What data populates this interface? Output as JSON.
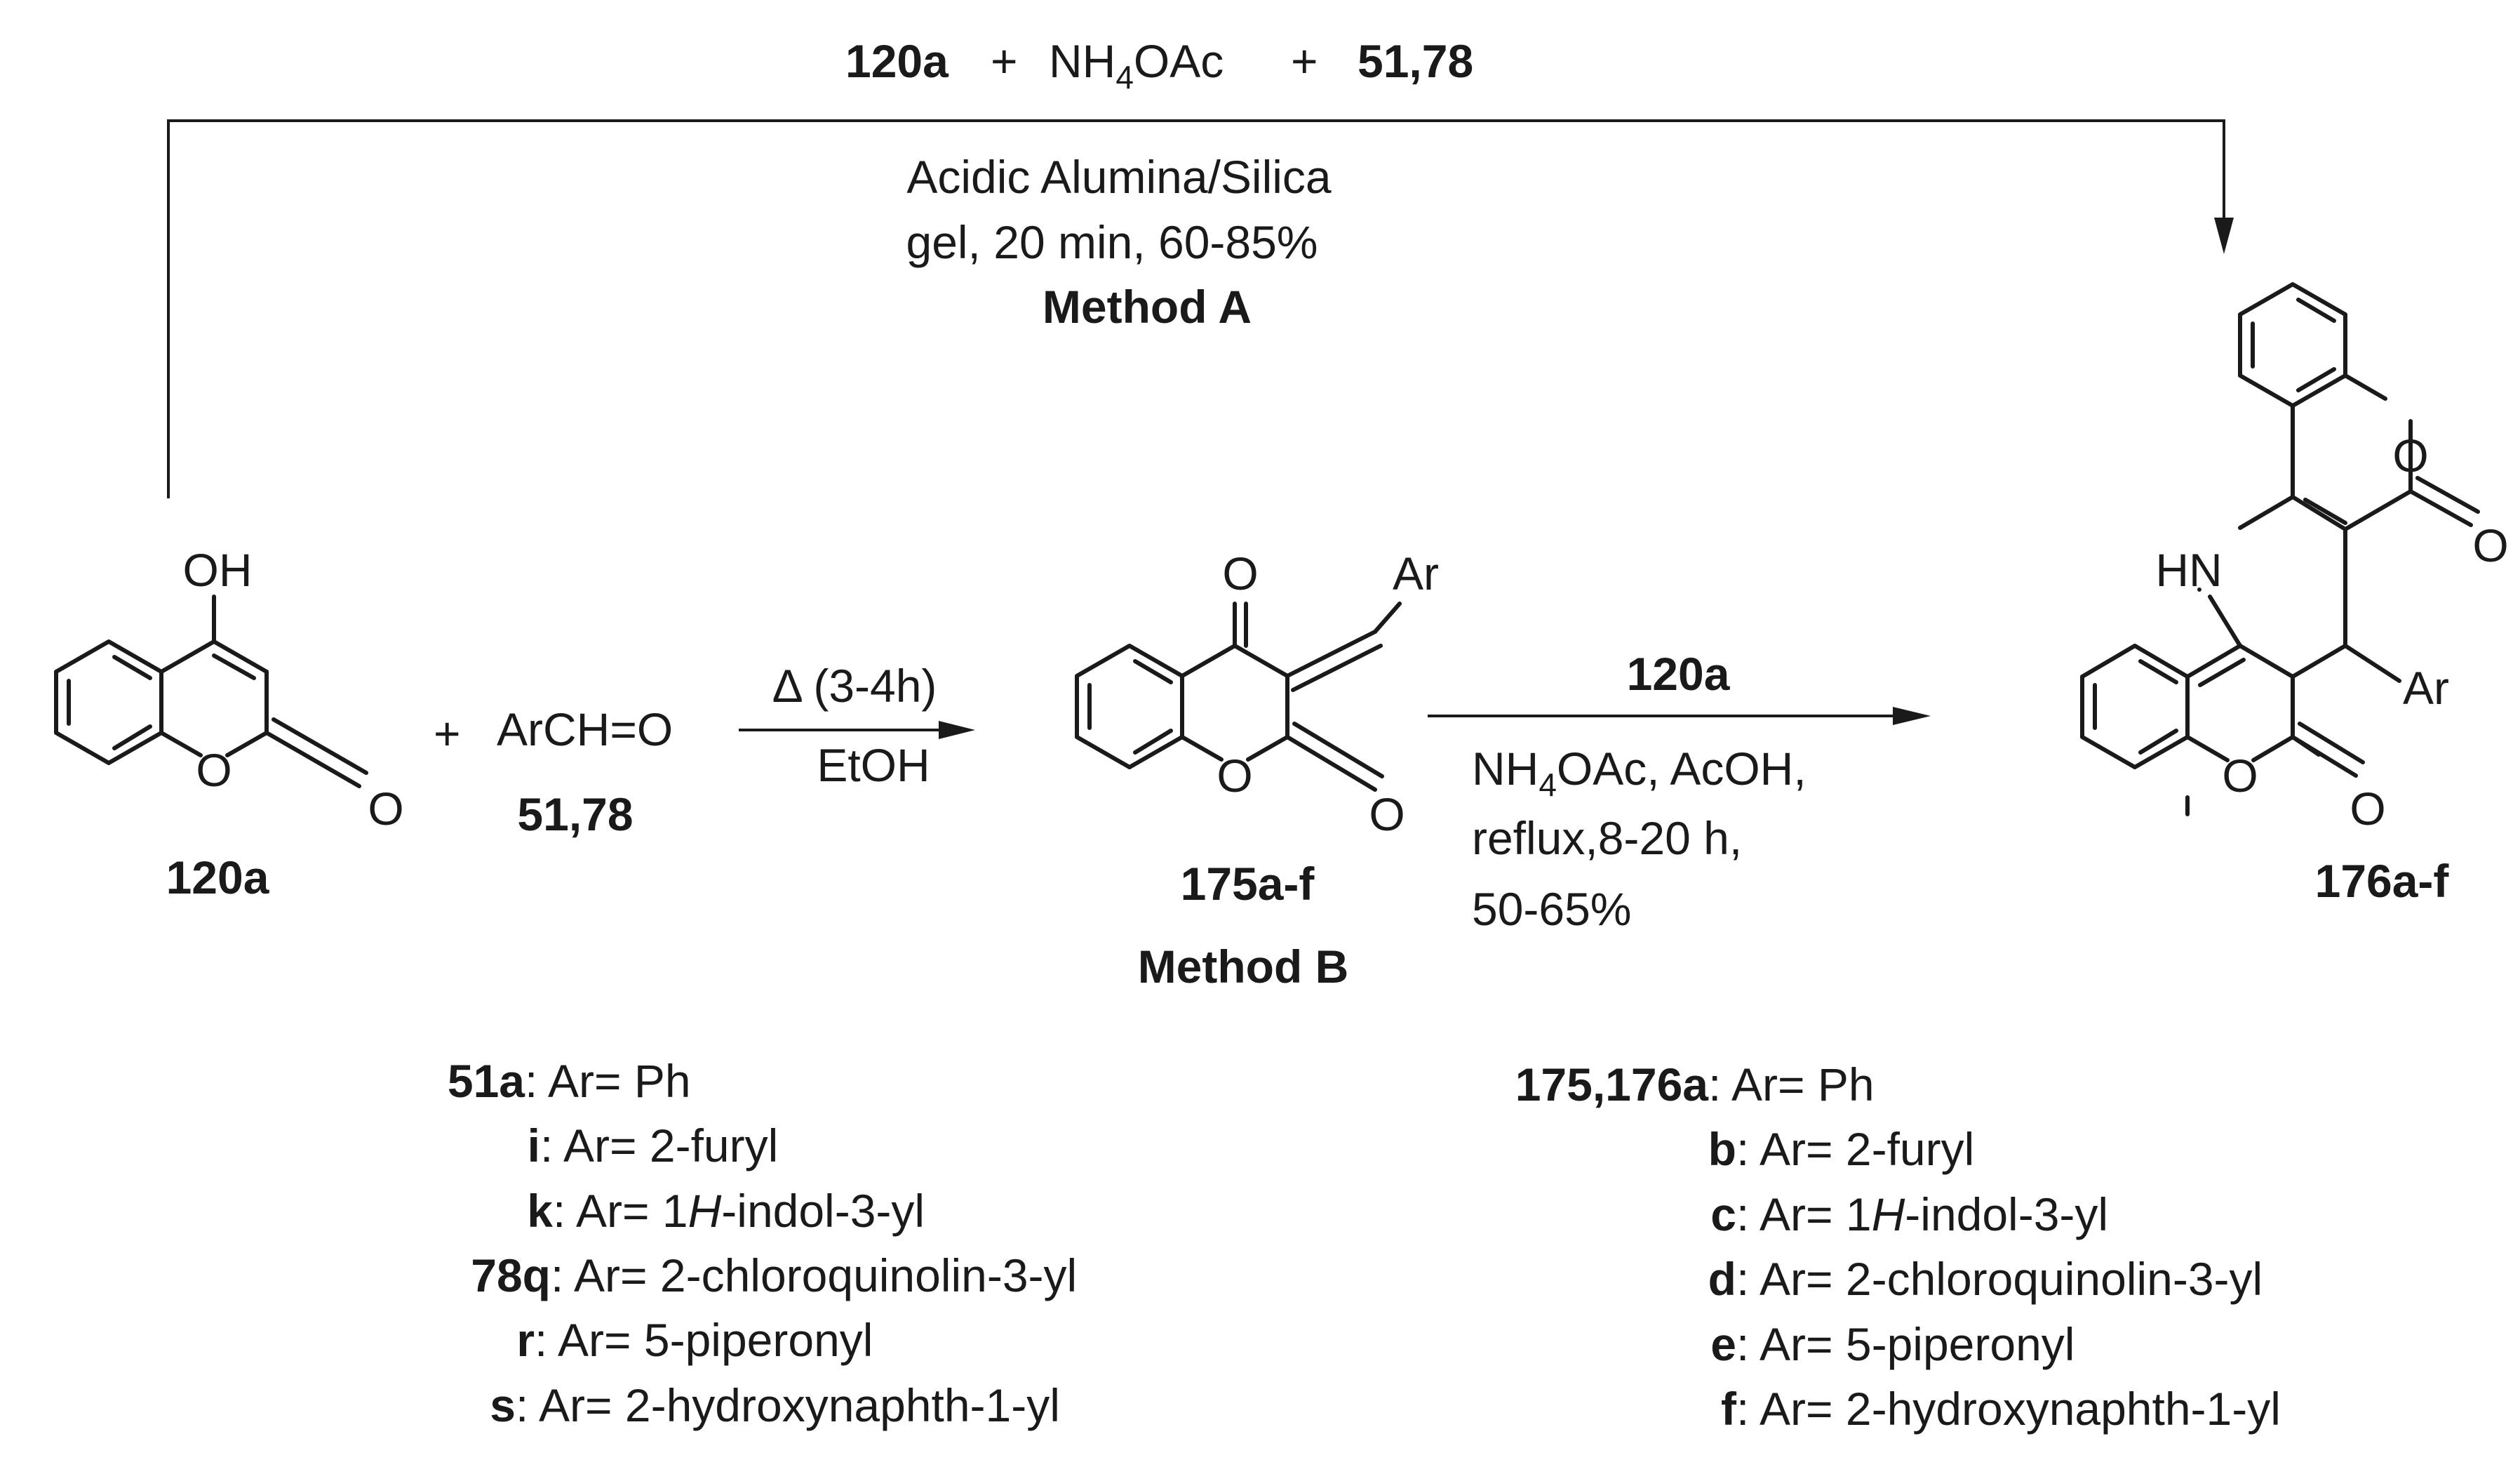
{
  "method_a": {
    "reagent_1": "120a",
    "plus_1": "+",
    "reagent_2_main": "NH",
    "reagent_2_sub": "4",
    "reagent_2_tail": "OAc",
    "plus_2": "+",
    "reagent_3": "51,78",
    "conditions_line1": "Acidic Alumina/Silica",
    "conditions_line2": "gel, 20 min, 60-85%",
    "label": "Method A"
  },
  "compound_120a": {
    "label": "120a",
    "oh": "OH",
    "ring_o": "O",
    "carbonyl_o": "O"
  },
  "aldehyde": {
    "plus": "+",
    "formula": "ArCH=O",
    "label": "51,78"
  },
  "step1": {
    "above": "Δ (3-4h)",
    "below": "EtOH"
  },
  "compound_175": {
    "label": "175a-f",
    "ketone_o": "O",
    "ar": "Ar",
    "ring_o": "O",
    "carbonyl_o": "O"
  },
  "method_b": {
    "label": "Method B"
  },
  "step2": {
    "reagent": "120a",
    "cond1_main": "NH",
    "cond1_sub": "4",
    "cond1_tail": "OAc, AcOH,",
    "cond2": "reflux,8-20 h,",
    "cond3": "50-65%"
  },
  "compound_176": {
    "label": "176a-f",
    "hn": "HN",
    "ar": "Ar",
    "upper_ring_o": "O",
    "upper_carbonyl_o": "O",
    "lower_ring_o": "O",
    "lower_carbonyl_o": "O"
  },
  "legend_left": [
    {
      "code": "51a",
      "text": ": Ar= Ph",
      "italic": "",
      "after": ""
    },
    {
      "code": "i",
      "text": ": Ar= 2-furyl",
      "italic": "",
      "after": ""
    },
    {
      "code": "k",
      "text": ": Ar= 1",
      "italic": "H",
      "after": "-indol-3-yl"
    },
    {
      "code": "78q",
      "text": ": Ar= 2-chloroquinolin-3-yl",
      "italic": "",
      "after": ""
    },
    {
      "code": "r",
      "text": ": Ar= 5-piperonyl",
      "italic": "",
      "after": ""
    },
    {
      "code": "s",
      "text": ": Ar= 2-hydroxynaphth-1-yl",
      "italic": "",
      "after": ""
    }
  ],
  "legend_right": [
    {
      "code": "175,176a",
      "text": ": Ar= Ph",
      "italic": "",
      "after": ""
    },
    {
      "code": "b",
      "text": ": Ar= 2-furyl",
      "italic": "",
      "after": ""
    },
    {
      "code": "c",
      "text": ": Ar= 1",
      "italic": "H",
      "after": "-indol-3-yl"
    },
    {
      "code": "d",
      "text": ": Ar= 2-chloroquinolin-3-yl",
      "italic": "",
      "after": ""
    },
    {
      "code": "e",
      "text": ": Ar= 5-piperonyl",
      "italic": "",
      "after": ""
    },
    {
      "code": "f",
      "text": ": Ar= 2-hydroxynaphth-1-yl",
      "italic": "",
      "after": ""
    }
  ]
}
